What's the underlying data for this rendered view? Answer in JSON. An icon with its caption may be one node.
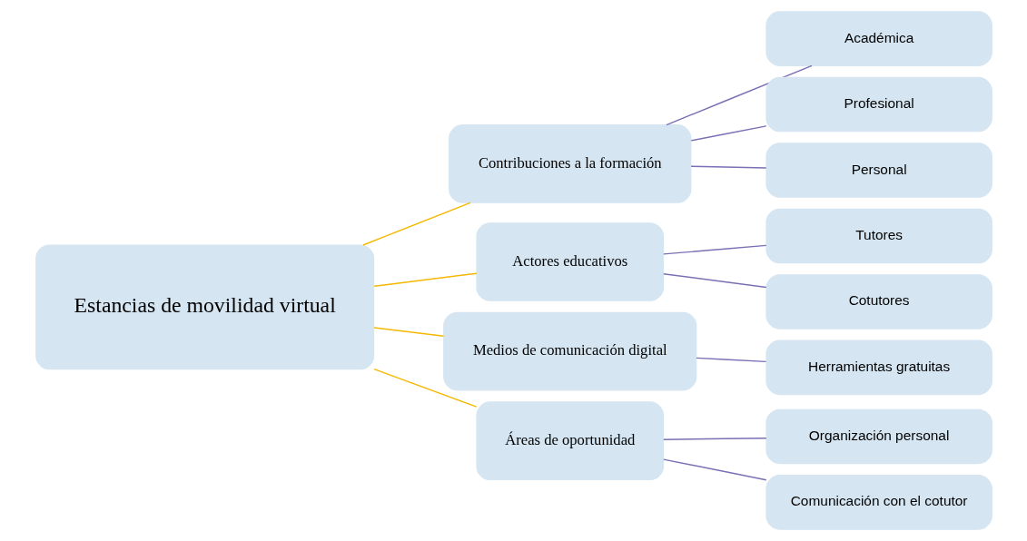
{
  "diagram": {
    "nodes": [
      {
        "text": [
          "Estancias de movilidad virtual"
        ]
      },
      {
        "text": [
          "Contribuciones a la formación"
        ]
      },
      {
        "text": [
          "Actores educativos"
        ]
      },
      {
        "text": [
          "Medios de comunicación digital"
        ]
      },
      {
        "text": [
          "Áreas de oportunidad"
        ]
      },
      {
        "text": [
          "Académica"
        ]
      },
      {
        "text": [
          "Profesional"
        ]
      },
      {
        "text": [
          "Personal"
        ]
      },
      {
        "text": [
          "Tutores"
        ]
      },
      {
        "text": [
          "Cotutores"
        ]
      },
      {
        "text": [
          "Herramientas gratuitas"
        ]
      },
      {
        "text": [
          "Organización personal"
        ]
      },
      {
        "text": [
          "Comunicación con el cotutor"
        ]
      }
    ],
    "edges": [
      {
        "from": 0,
        "to": 1,
        "arrow": "none",
        "color": "#f5b800"
      },
      {
        "from": 0,
        "to": 2,
        "arrow": "none",
        "color": "#f5b800"
      },
      {
        "from": 0,
        "to": 3,
        "arrow": "none",
        "color": "#f5b800"
      },
      {
        "from": 0,
        "to": 4,
        "arrow": "none",
        "color": "#f5b800"
      },
      {
        "from": 1,
        "to": 5,
        "arrow": "none"
      },
      {
        "from": 1,
        "to": 6,
        "arrow": "none"
      },
      {
        "from": 1,
        "to": 7,
        "arrow": "none"
      },
      {
        "from": 2,
        "to": 8,
        "arrow": "none"
      },
      {
        "from": 2,
        "to": 9,
        "arrow": "none"
      },
      {
        "from": 3,
        "to": 10,
        "arrow": "none"
      },
      {
        "from": 4,
        "to": 11,
        "arrow": "none"
      },
      {
        "from": 4,
        "to": 12,
        "arrow": "none"
      }
    ]
  }
}
